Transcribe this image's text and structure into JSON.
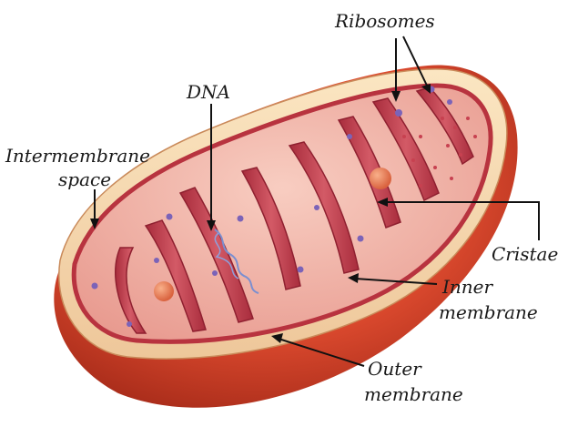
{
  "labels": {
    "ribosomes": "Ribosomes",
    "dna": "DNA",
    "intermembrane_line1": "Intermembrane",
    "intermembrane_line2": "space",
    "cristae": "Cristae",
    "inner_line1": "Inner",
    "inner_line2": "membrane",
    "outer_line1": "Outer",
    "outer_line2": "membrane"
  },
  "colors": {
    "outer_membrane": "#d9482d",
    "outer_membrane_dark": "#a92a1a",
    "intermembrane_space": "#f7dcb0",
    "inner_membrane": "#b8333f",
    "matrix": "#f3b5a8",
    "cristae": "#c74150",
    "granule": "#7b63b8",
    "leader": "#111111"
  }
}
